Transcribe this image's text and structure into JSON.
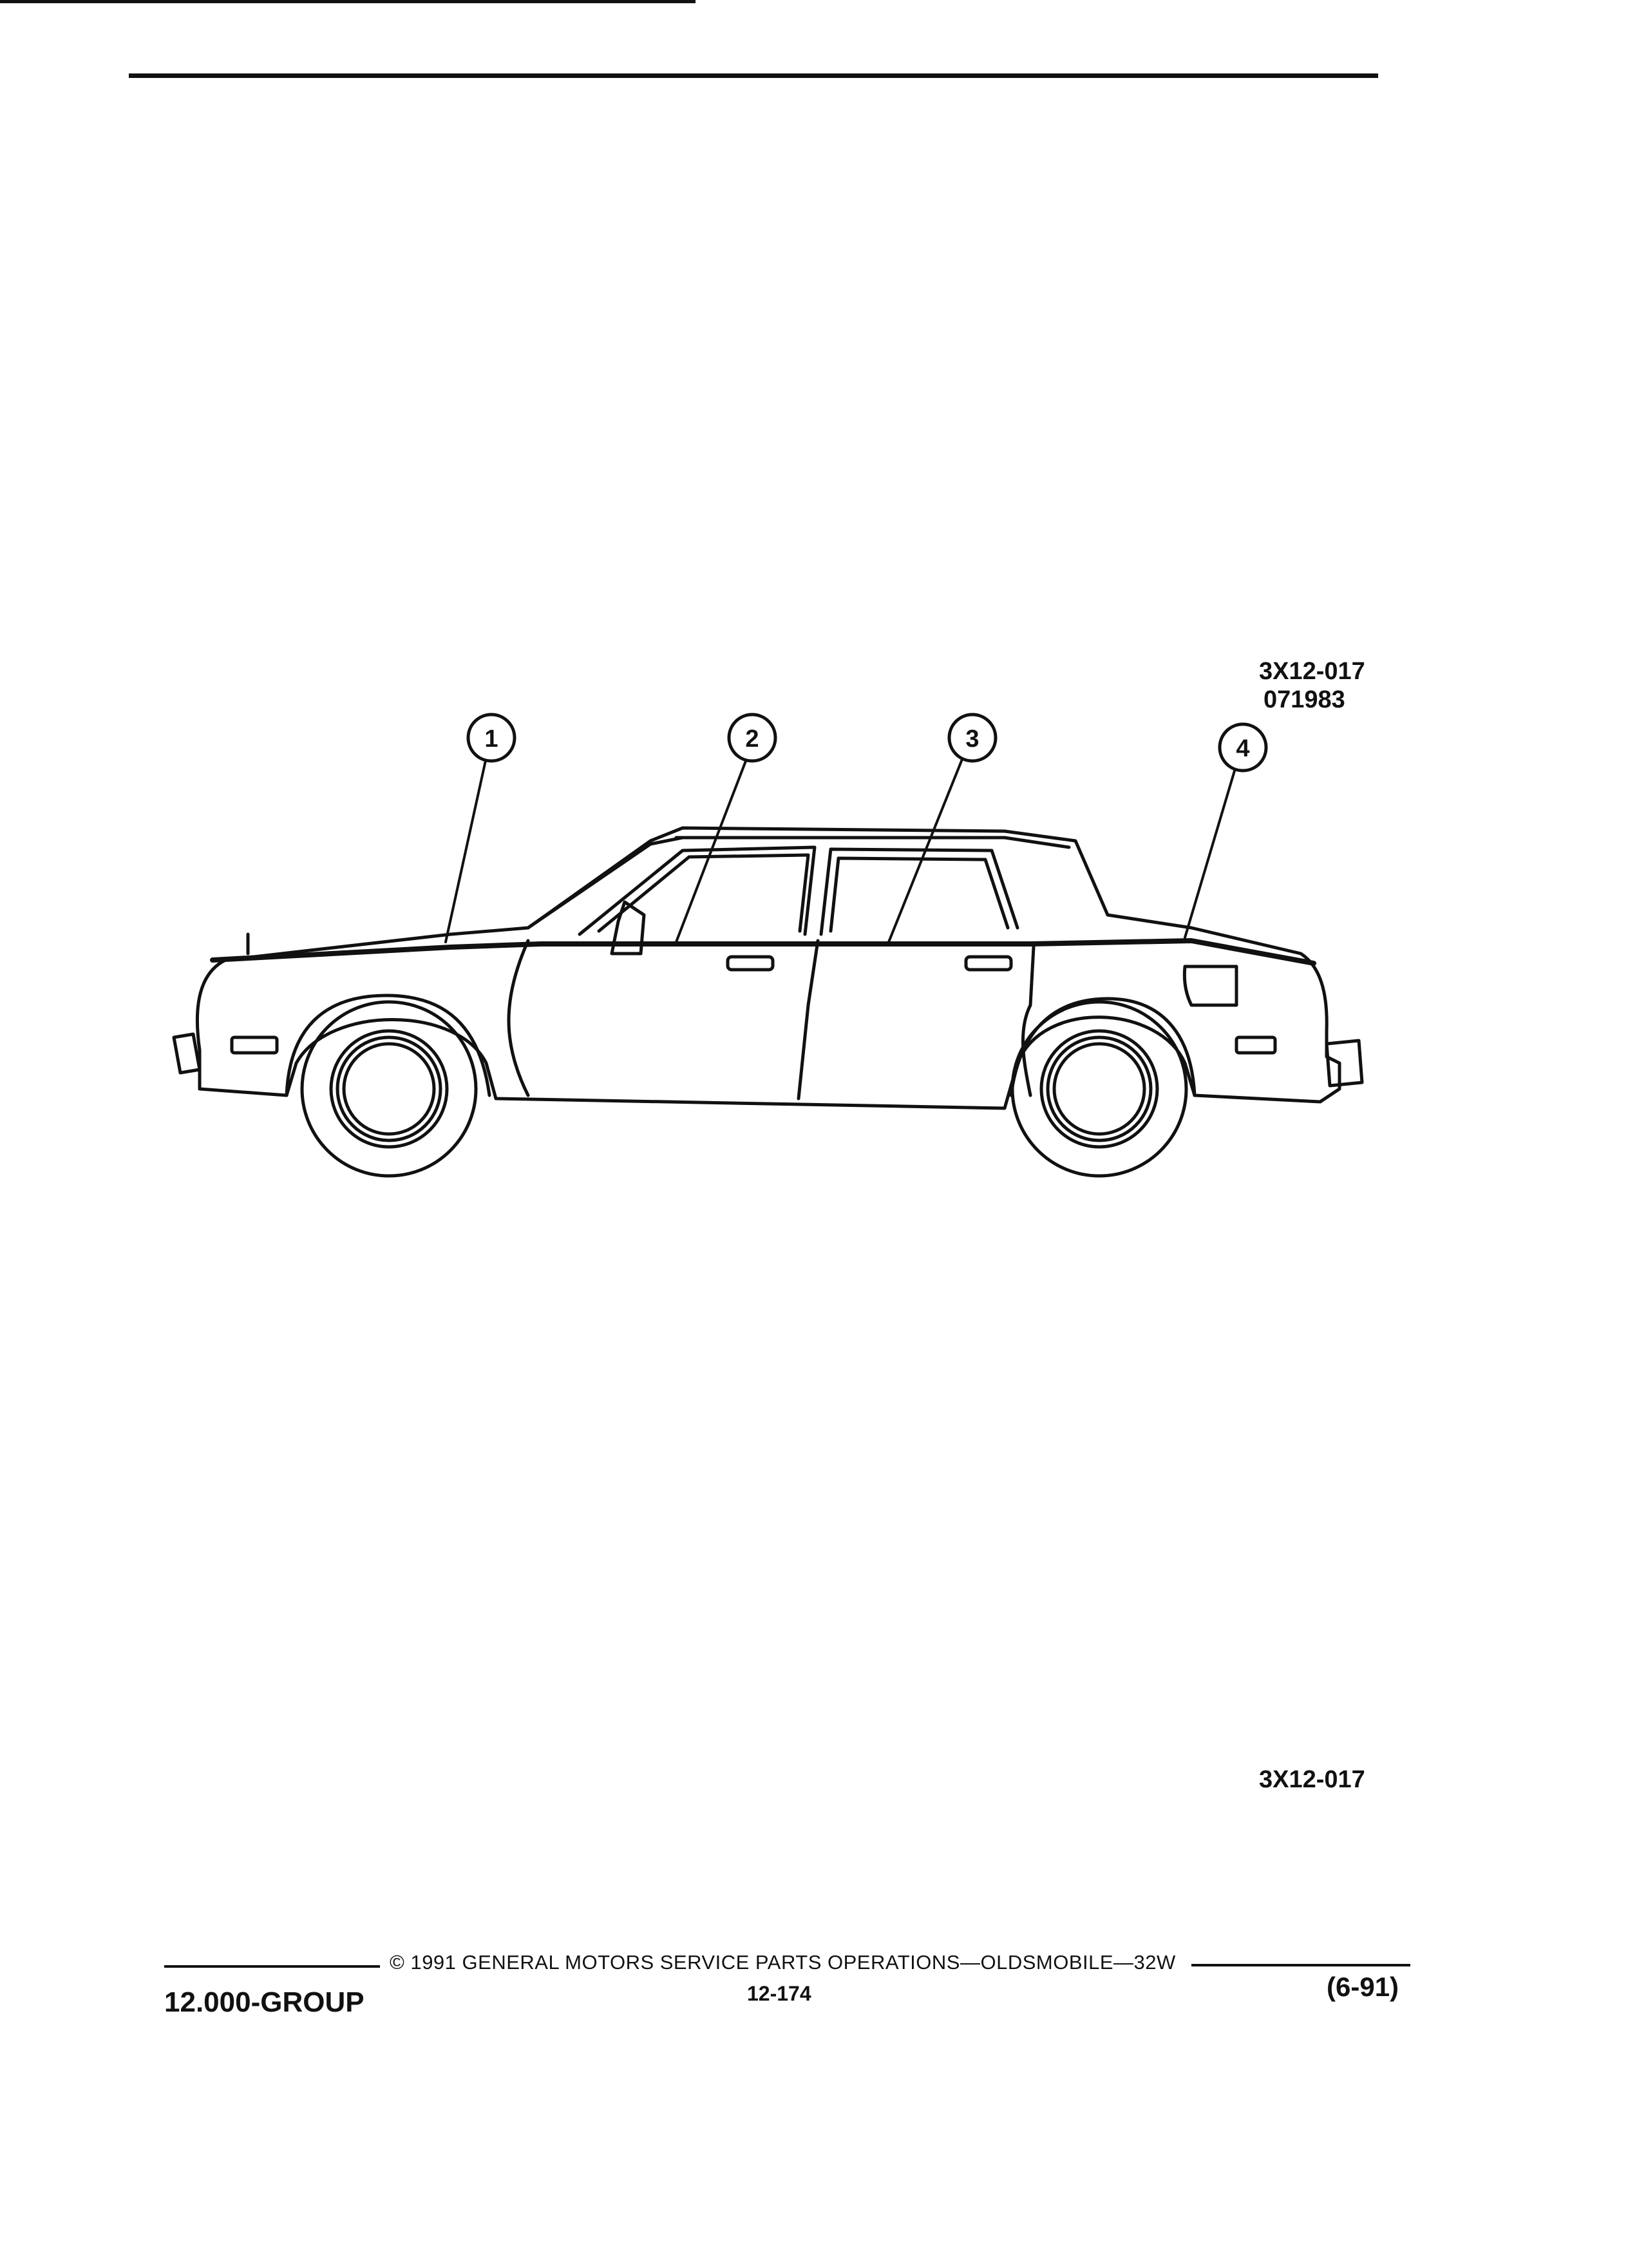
{
  "figure": {
    "code_top": "3X12-017",
    "date_code": "071983",
    "code_bottom": "3X12-017",
    "callouts": [
      "1",
      "2",
      "3",
      "4"
    ]
  },
  "footer": {
    "group": "12.000-GROUP",
    "copyright": "© 1991 GENERAL MOTORS SERVICE PARTS OPERATIONS—OLDSMOBILE—32W",
    "page": "12-174",
    "revision": "(6-91)"
  }
}
